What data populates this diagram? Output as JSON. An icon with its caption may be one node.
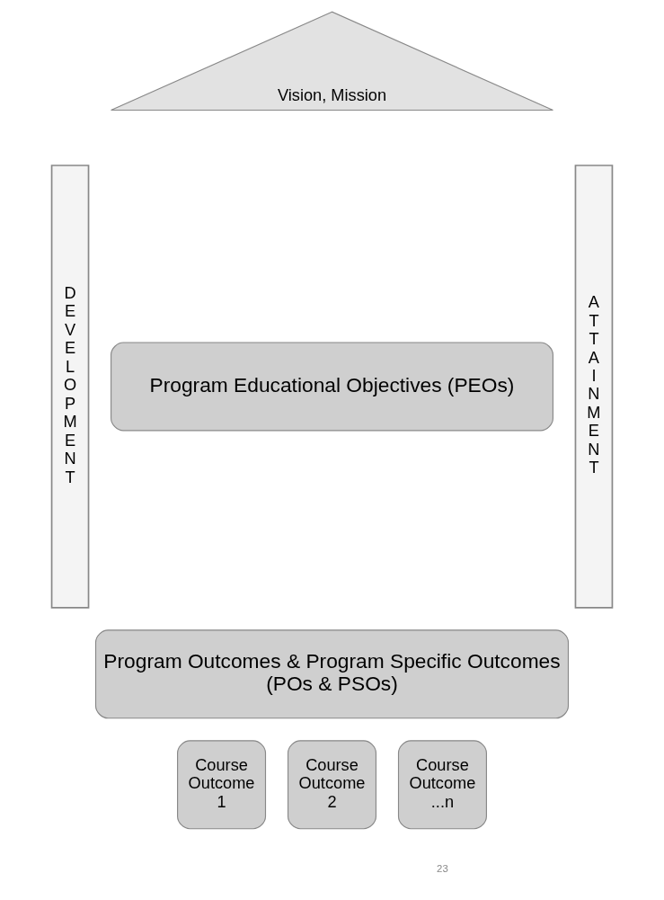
{
  "diagram": {
    "nodes": [
      {
        "text": [
          "Vision, Mission"
        ]
      },
      {
        "text": [
          "DEVELOPMENT"
        ]
      },
      {
        "text": [
          "ATTAINMENT"
        ]
      },
      {
        "text": [
          "Program Educational Objectives (PEOs)"
        ]
      },
      {
        "text": [
          "Program Outcomes & Program Specific Outcomes (POs & PSOs)"
        ]
      },
      {
        "text": [
          "Course Outcome 1"
        ]
      },
      {
        "text": [
          "Course Outcome 2"
        ]
      },
      {
        "text": [
          "Course Outcome ...n"
        ]
      }
    ],
    "labels": [
      "23"
    ]
  }
}
